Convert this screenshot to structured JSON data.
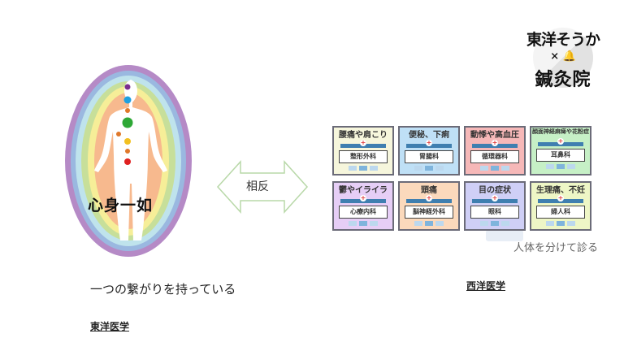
{
  "logo": {
    "line1": "東洋そうか",
    "line2": "× 🔔",
    "line3": "鍼灸院"
  },
  "left_panel": {
    "aura_label": "心身一如",
    "chakra_colors": [
      "#7b2f8e",
      "#1fa0e0",
      "#e0782a",
      "#2ea836",
      "#f2c020",
      "#e0782a",
      "#e02020"
    ],
    "aura_colors": [
      "#b58ac6",
      "#9ab8e0",
      "#bfe3ec",
      "#c7df9a",
      "#f6ee98",
      "#f7b98e"
    ],
    "description": "一つの繋がりを持っている",
    "heading": "東洋医学"
  },
  "center": {
    "arrow_label": "相反"
  },
  "right_panel": {
    "departments": [
      {
        "symptom": "腰痛や肩こり",
        "department": "整形外科",
        "color": "#f6f6dc"
      },
      {
        "symptom": "便秘、下痢",
        "department": "胃腸科",
        "color": "#bfe0f6"
      },
      {
        "symptom": "動悸や高血圧",
        "department": "循環器科",
        "color": "#f6b8b8"
      },
      {
        "symptom": "顔面神経麻痺や花粉症",
        "department": "耳鼻科",
        "color": "#c6f0c6"
      },
      {
        "symptom": "鬱やイライラ",
        "department": "心療内科",
        "color": "#e6cef6"
      },
      {
        "symptom": "頭痛",
        "department": "脳神経外科",
        "color": "#fbd9bc"
      },
      {
        "symptom": "目の症状",
        "department": "眼科",
        "color": "#cfcff6"
      },
      {
        "symptom": "生理痛、不妊",
        "department": "婦人科",
        "color": "#eef6c6"
      }
    ],
    "caption": "人体を分けて診る",
    "heading": "西洋医学"
  }
}
